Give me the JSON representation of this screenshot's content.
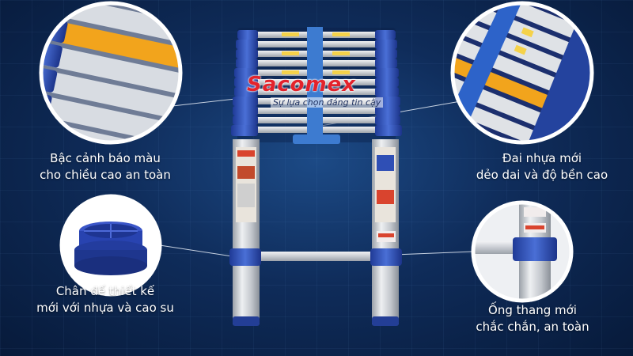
{
  "brand": {
    "name": "Sacomex",
    "tagline": "Sự lựa chọn đáng tin cậy"
  },
  "features": {
    "top_left": {
      "line1": "Bậc cảnh báo màu",
      "line2": "cho chiều cao an toàn"
    },
    "top_right": {
      "line1": "Đai nhựa mới",
      "line2": "dẻo dai và độ bền cao"
    },
    "bottom_left": {
      "line1": "Chân đế thiết kế",
      "line2": "mới với nhựa và cao su"
    },
    "bottom_right": {
      "line1": "Ống thang mới",
      "line2": "chắc chắn, an toàn"
    }
  },
  "colors": {
    "background": "#0f2c5a",
    "accent_blue": "#2f4fb5",
    "warning_yellow": "#f0a820",
    "aluminum": "#c9ccd0",
    "brand_red": "#e3232c"
  }
}
